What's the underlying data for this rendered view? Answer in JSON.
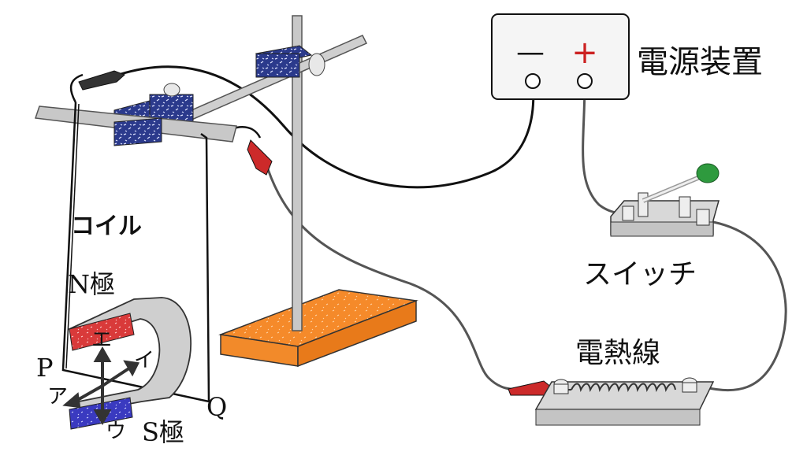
{
  "labels": {
    "power_supply": "電源装置",
    "minus_sign": "—",
    "plus_sign": "+",
    "coil": "コイル",
    "switch": "スイッチ",
    "heating_wire": "電熱線",
    "n_pole": "N極",
    "s_pole": "S極",
    "point_p": "P",
    "point_q": "Q",
    "arrow_a": "ア",
    "arrow_i": "イ",
    "arrow_u": "ウ",
    "arrow_e": "エ"
  },
  "colors": {
    "minus_terminal": "#222222",
    "plus_terminal": "#cc2222",
    "stand_base": "#f58a2a",
    "clamp_blue": "#2b3a8c",
    "magnet_red": "#d93a3a",
    "magnet_blue": "#3a3ac0",
    "switch_knob": "#2e9a3e",
    "clip_red": "#cc2a2a",
    "clip_black": "#333333"
  }
}
